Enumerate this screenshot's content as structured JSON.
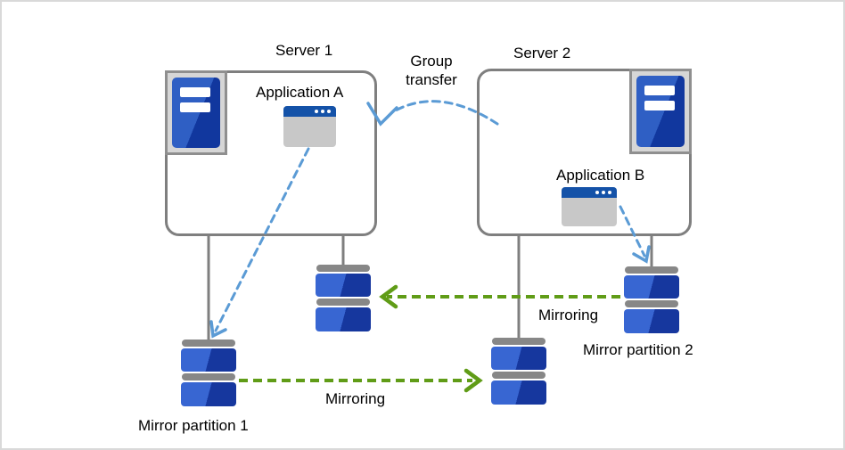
{
  "server1": {
    "label": "Server 1",
    "icon": "server-tower-icon"
  },
  "server2": {
    "label": "Server 2",
    "icon": "server-tower-icon"
  },
  "app_a": {
    "label": "Application A",
    "icon": "app-window-icon"
  },
  "app_b": {
    "label": "Application B",
    "icon": "app-window-icon"
  },
  "disks": {
    "mirror1": {
      "label": "Mirror partition 1",
      "icon": "disk-stack-icon"
    },
    "mirror2": {
      "label": "Mirror partition 2",
      "icon": "disk-stack-icon"
    },
    "local1": {
      "icon": "disk-stack-icon"
    },
    "local2": {
      "icon": "disk-stack-icon"
    }
  },
  "arrows": {
    "group_transfer": {
      "label": "Group\ntransfer",
      "style": "dashed-curve",
      "color": "#5b9bd5",
      "direction": "server2-to-server1"
    },
    "app_a_to_mirror1": {
      "style": "dashed",
      "color": "#5b9bd5"
    },
    "app_b_to_mirror2": {
      "style": "dashed",
      "color": "#5b9bd5"
    },
    "mirroring_upper": {
      "label": "Mirroring",
      "style": "dashed",
      "color": "#609c17",
      "direction": "mirror2-to-local1"
    },
    "mirroring_lower": {
      "label": "Mirroring",
      "style": "dashed",
      "color": "#609c17",
      "direction": "mirror1-to-local2"
    }
  },
  "colors": {
    "box_border": "#7f7f7f",
    "connector_gray": "#7f7f7f",
    "arrow_blue": "#5b9bd5",
    "arrow_green": "#609c17",
    "disk_blue_light": "#3866d2",
    "disk_blue_dark": "#16379e",
    "app_titlebar_blue": "#1452a8",
    "icon_frame_gray": "#d6d6d6"
  }
}
